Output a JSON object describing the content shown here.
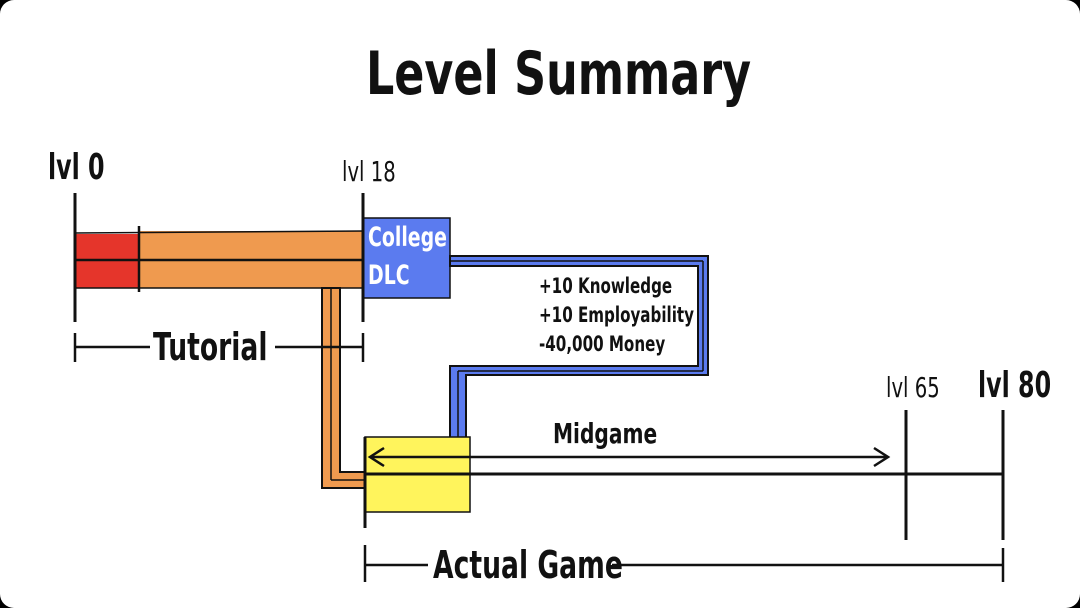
{
  "title": "Level Summary",
  "levels": {
    "lvl0": "lvl 0",
    "lvl18": "lvl 18",
    "lvl65": "lvl 65",
    "lvl80": "lvl 80"
  },
  "sections": {
    "tutorial": "Tutorial",
    "midgame": "Midgame",
    "actual_game": "Actual Game"
  },
  "college_box": {
    "line1": "College",
    "line2": "DLC"
  },
  "college_effects": [
    "+10 Knowledge",
    "+10 Employability",
    "-40,000 Money"
  ],
  "colors": {
    "red_bar": "#e5352b",
    "orange_bar": "#ef9a4f",
    "blue_box": "#5b7bef",
    "yellow_box": "#fff45c",
    "ink": "#111111"
  }
}
